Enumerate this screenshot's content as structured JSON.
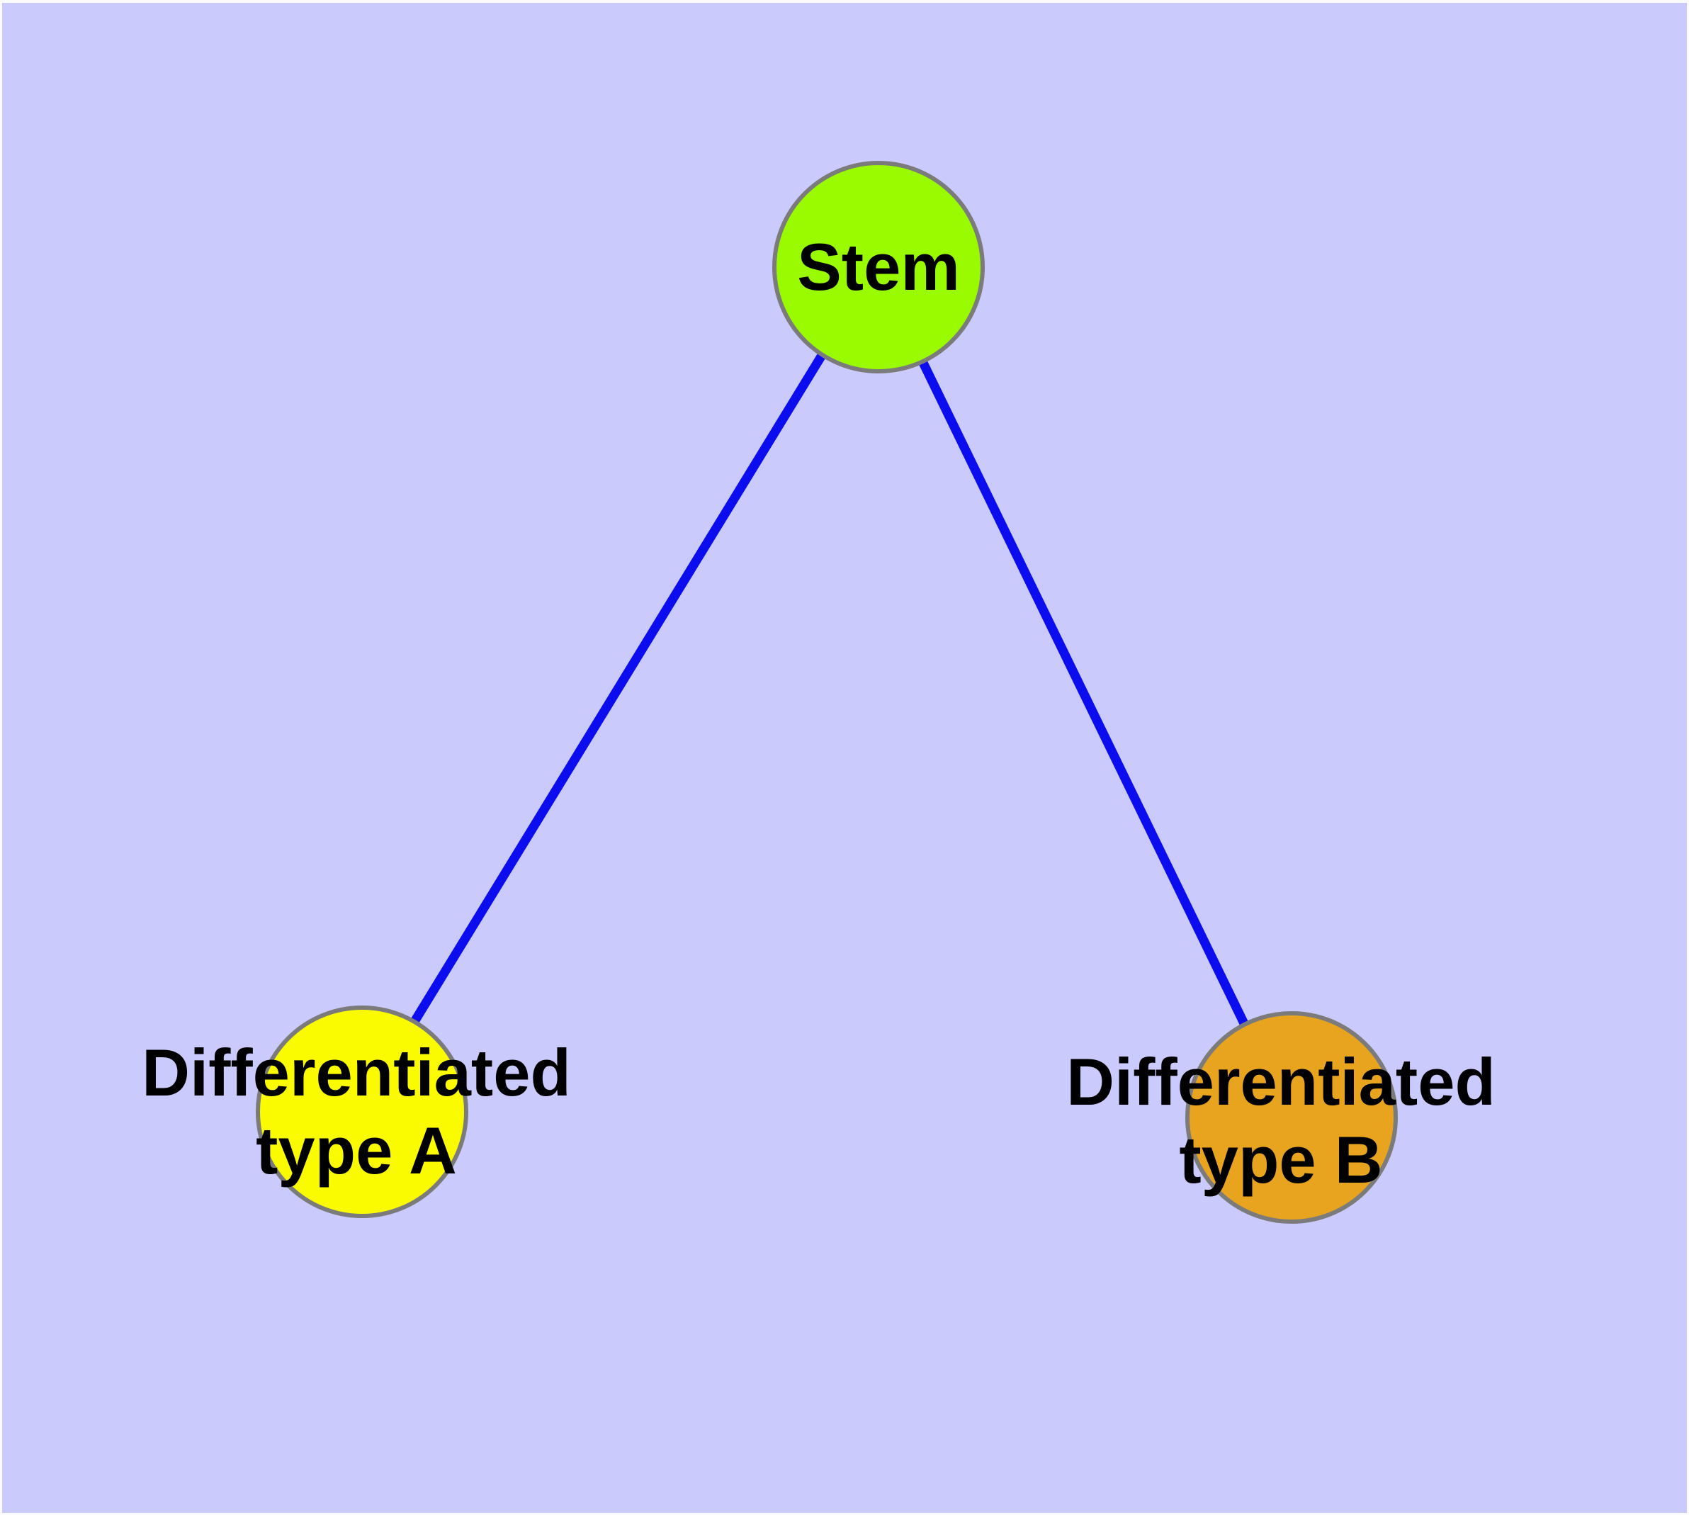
{
  "diagram": {
    "background_color": "#cacafc",
    "edge_color": "#0b0dee",
    "node_border_color": "#7b7b7b",
    "nodes": [
      {
        "id": "stem",
        "label": "Stem",
        "fill_color": "#9afb00"
      },
      {
        "id": "differentiated-type-a",
        "label_line1": "Differentiated",
        "label_line2": "type A",
        "fill_color": "#fafa00"
      },
      {
        "id": "differentiated-type-b",
        "label_line1": "Differentiated",
        "label_line2": "type B",
        "fill_color": "#e8a41f"
      }
    ],
    "edges": [
      {
        "from": "Stem",
        "to": "Differentiated type A"
      },
      {
        "from": "Stem",
        "to": "Differentiated type B"
      }
    ]
  }
}
